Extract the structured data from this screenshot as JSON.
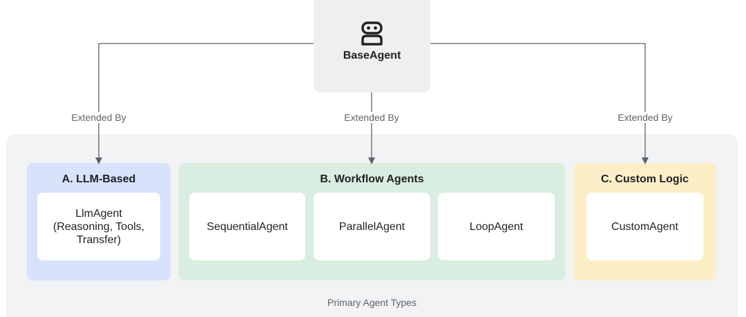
{
  "root": {
    "label": "BaseAgent",
    "icon": "robot-icon"
  },
  "edges": [
    {
      "label": "Extended By"
    },
    {
      "label": "Extended By"
    },
    {
      "label": "Extended By"
    }
  ],
  "groups": [
    {
      "title": "A. LLM-Based",
      "color": "#d7e3fb",
      "items": [
        {
          "label": "LlmAgent\n(Reasoning, Tools,\nTransfer)"
        }
      ]
    },
    {
      "title": "B. Workflow Agents",
      "color": "#d9ede0",
      "items": [
        {
          "label": "SequentialAgent"
        },
        {
          "label": "ParallelAgent"
        },
        {
          "label": "LoopAgent"
        }
      ]
    },
    {
      "title": "C. Custom Logic",
      "color": "#fcefc8",
      "items": [
        {
          "label": "CustomAgent"
        }
      ]
    }
  ],
  "container": {
    "label": "Primary Agent Types",
    "color": "#f1f3f4"
  },
  "colors": {
    "connector": "#5f6368",
    "text": "#202124",
    "muted_text": "#5f6368"
  }
}
